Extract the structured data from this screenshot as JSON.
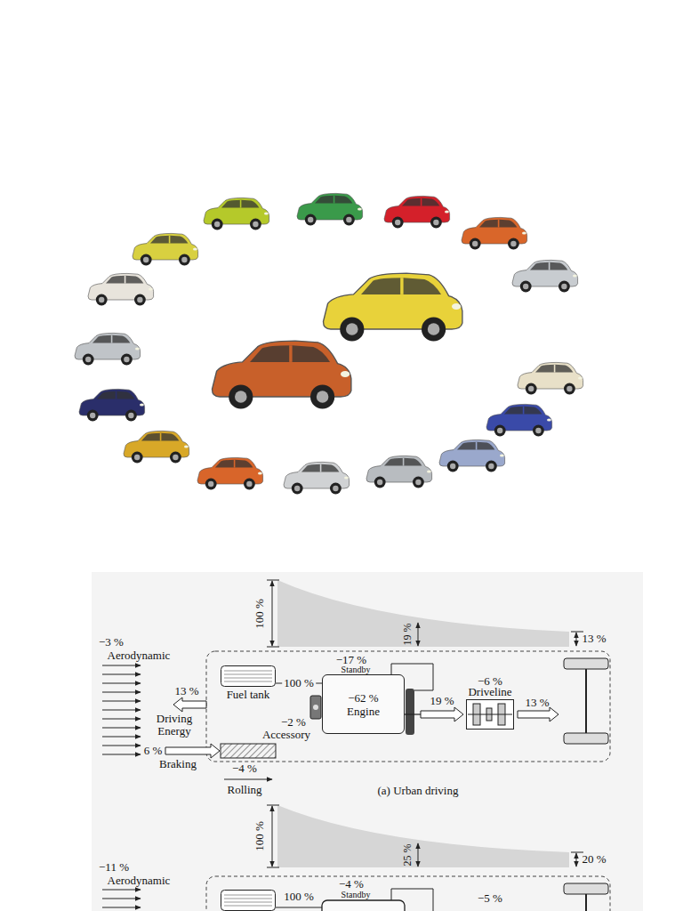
{
  "diagram": {
    "caption": "(a) Urban driving",
    "nodes": [
      {
        "text": [
          "Fuel tank"
        ]
      },
      {
        "text": [
          "−62 %",
          "Engine"
        ]
      },
      {
        "text": [
          "−6 %",
          "Driveline"
        ]
      }
    ],
    "edges": [
      {
        "from": 0,
        "to": 1,
        "arrow": "none",
        "label": "100 %"
      },
      {
        "from": 1,
        "to": 2,
        "arrow": "to",
        "label": "19 %"
      }
    ],
    "labels": [
      "100 %",
      "19 %",
      "13 %",
      "−3 %",
      "Aerodynamic",
      "−17 %",
      "Standby",
      "13 %",
      "Driving Energy",
      "−2 %",
      "Accessory",
      "6 %",
      "Braking",
      "−4 %",
      "Rolling",
      "13 %",
      "100 %",
      "25 %",
      "20 %",
      "−11 %",
      "Aerodynamic",
      "100 %",
      "−4 %",
      "Standby",
      "−5 %"
    ]
  }
}
